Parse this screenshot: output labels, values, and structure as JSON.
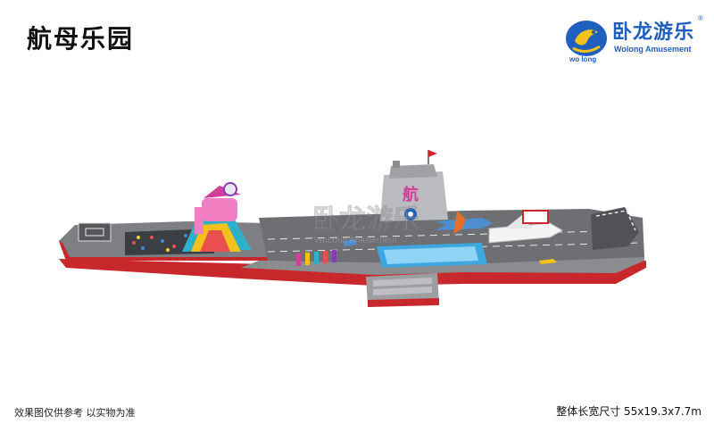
{
  "title": "航母乐园",
  "logo": {
    "name": "卧龙游乐",
    "english": "Wolong Amusement",
    "small": "wo long",
    "registered": "®"
  },
  "tower_label": "航",
  "watermark": {
    "name": "卧龙游乐",
    "english": "WoLong Amusement"
  },
  "footer": {
    "note": "效果图仅供参考 以实物为准",
    "dims": "整体长宽尺寸  55x19.3x7.7m"
  },
  "colors": {
    "hull_red": "#c8272c",
    "deck_gray": "#6d6f73",
    "brand_blue": "#1f5fbf",
    "tower_pink": "#d23f9a"
  }
}
